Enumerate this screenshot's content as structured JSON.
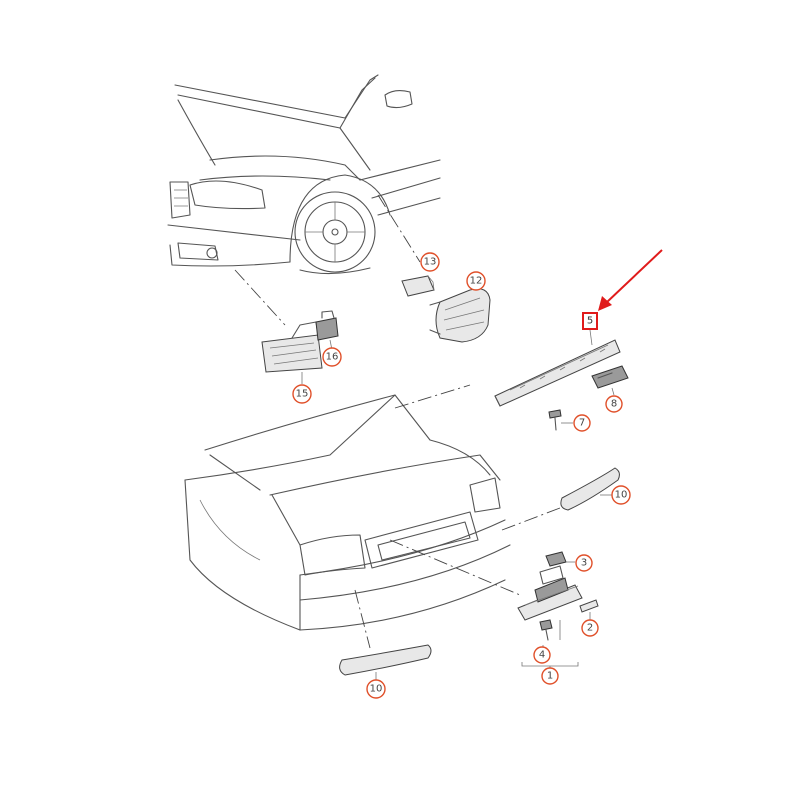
{
  "colors": {
    "callout": "#e0502a",
    "highlight_arrow": "#e01b1b",
    "line": "#555555"
  },
  "callouts": [
    {
      "id": "c1",
      "label": "1"
    },
    {
      "id": "c2",
      "label": "2"
    },
    {
      "id": "c3",
      "label": "3"
    },
    {
      "id": "c4",
      "label": "4"
    },
    {
      "id": "c7",
      "label": "7"
    },
    {
      "id": "c8",
      "label": "8"
    },
    {
      "id": "c10a",
      "label": "10"
    },
    {
      "id": "c10b",
      "label": "10"
    },
    {
      "id": "c12",
      "label": "12"
    },
    {
      "id": "c13",
      "label": "13"
    },
    {
      "id": "c15",
      "label": "15"
    },
    {
      "id": "c16",
      "label": "16"
    }
  ],
  "highlight": {
    "label": "5",
    "arrow": "red-arrow-icon"
  }
}
